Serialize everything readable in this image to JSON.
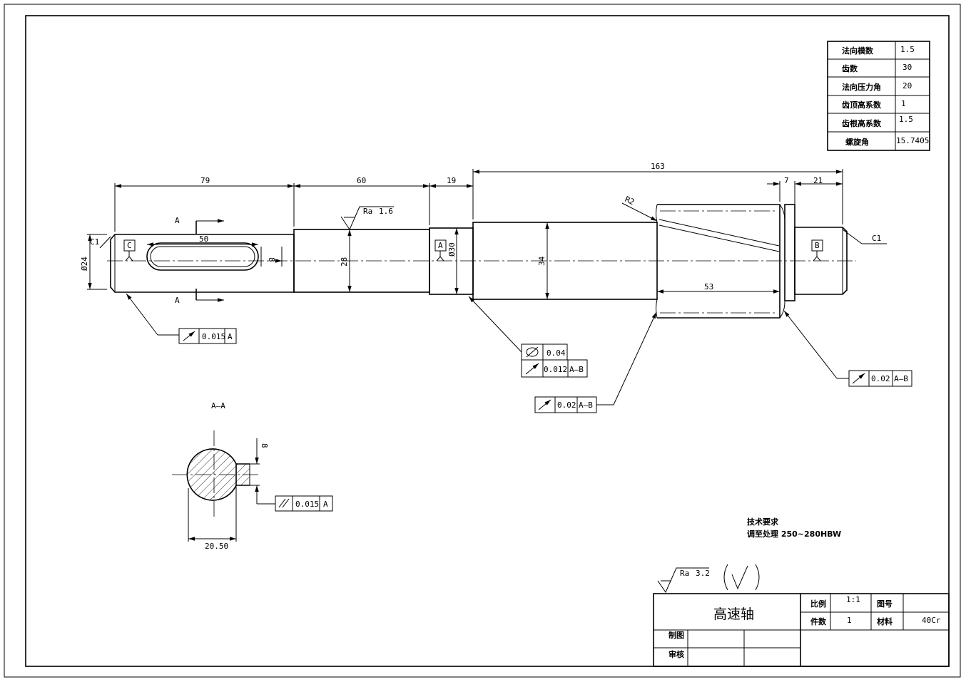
{
  "gear_params": [
    {
      "label": "法向模数",
      "value": "1.5"
    },
    {
      "label": "齿数",
      "value": "30"
    },
    {
      "label": "法向压力角",
      "value": "20"
    },
    {
      "label": "齿顶高系数",
      "value": "1"
    },
    {
      "label": "齿根高系数",
      "value": "1.5"
    },
    {
      "label": "螺旋角",
      "value": "15.7405"
    }
  ],
  "dims": {
    "d79": "79",
    "d60": "60",
    "d19": "19",
    "d163": "163",
    "d7": "7",
    "d21": "21",
    "d50": "50",
    "d53": "53",
    "phi24": "Ø24",
    "phi30": "Ø30",
    "d28": "28",
    "d34": "34",
    "d8a": "8",
    "d8b": "8",
    "d2050": "20.50",
    "r2": "R2",
    "c1l": "C1",
    "c1r": "C1"
  },
  "section": {
    "cut_a_top": "A",
    "cut_a_bottom": "A",
    "title": "A—A"
  },
  "datums": {
    "c": "C",
    "a": "A",
    "b": "B"
  },
  "roughness": {
    "ra_label": "Ra",
    "ra_value": "1.6",
    "general_label": "Ra",
    "general_value": "3.2"
  },
  "tolerances": {
    "runout_left": {
      "value": "0.015",
      "datum": "A"
    },
    "cylindricity": {
      "value": "0.04"
    },
    "runout_mid": {
      "value": "0.012",
      "datum": "A—B"
    },
    "runout_gear_left": {
      "value": "0.02",
      "datum": "A—B"
    },
    "runout_gear_right": {
      "value": "0.02",
      "datum": "A—B"
    },
    "parallel": {
      "value": "0.015",
      "datum": "A"
    }
  },
  "notes": {
    "title": "技术要求",
    "line1": "调至处理 250~280HBW"
  },
  "title_block": {
    "part_name": "高速轴",
    "scale_label": "比例",
    "scale_value": "1:1",
    "drawing_no_label": "图号",
    "drawing_no_value": "",
    "qty_label": "件数",
    "qty_value": "1",
    "material_label": "材料",
    "material_value": "40Cr",
    "drawn_label": "制图",
    "checked_label": "审核"
  }
}
